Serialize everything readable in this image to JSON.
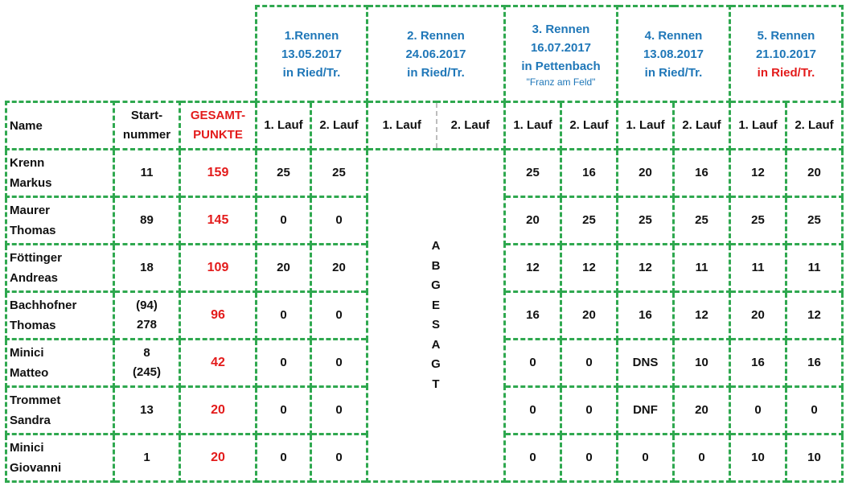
{
  "races": [
    {
      "title": "1.Rennen",
      "date": "13.05.2017",
      "location": "in Ried/Tr.",
      "sub": ""
    },
    {
      "title": "2. Rennen",
      "date": "24.06.2017",
      "location": "in Ried/Tr.",
      "sub": ""
    },
    {
      "title": "3. Rennen",
      "date": "16.07.2017",
      "location": "in Pettenbach",
      "sub": "\"Franz am Feld\""
    },
    {
      "title": "4. Rennen",
      "date": "13.08.2017",
      "location": "in Ried/Tr.",
      "sub": ""
    },
    {
      "title": "5. Rennen",
      "date": "21.10.2017",
      "location": "in Ried/Tr.",
      "sub": ""
    }
  ],
  "header": {
    "name": "Name",
    "start_line1": "Start-",
    "start_line2": "nummer",
    "total_line1": "GESAMT-",
    "total_line2": "PUNKTE",
    "run1": "1. Lauf",
    "run2": "2. Lauf"
  },
  "cancelled_letters": [
    "A",
    "B",
    "G",
    "E",
    "S",
    "A",
    "G",
    "T"
  ],
  "rows": [
    {
      "first": "Krenn",
      "last": "Markus",
      "start1": "11",
      "start2": "",
      "total": "159",
      "r1": [
        "25",
        "25"
      ],
      "r3": [
        "25",
        "16"
      ],
      "r4": [
        "20",
        "16"
      ],
      "r5": [
        "12",
        "20"
      ]
    },
    {
      "first": "Maurer",
      "last": "Thomas",
      "start1": "89",
      "start2": "",
      "total": "145",
      "r1": [
        "0",
        "0"
      ],
      "r3": [
        "20",
        "25"
      ],
      "r4": [
        "25",
        "25"
      ],
      "r5": [
        "25",
        "25"
      ]
    },
    {
      "first": "Föttinger",
      "last": "Andreas",
      "start1": "18",
      "start2": "",
      "total": "109",
      "r1": [
        "20",
        "20"
      ],
      "r3": [
        "12",
        "12"
      ],
      "r4": [
        "12",
        "11"
      ],
      "r5": [
        "11",
        "11"
      ]
    },
    {
      "first": "Bachhofner",
      "last": "Thomas",
      "start1": "(94)",
      "start2": "278",
      "total": "96",
      "r1": [
        "0",
        "0"
      ],
      "r3": [
        "16",
        "20"
      ],
      "r4": [
        "16",
        "12"
      ],
      "r5": [
        "20",
        "12"
      ]
    },
    {
      "first": "Minici",
      "last": "Matteo",
      "start1": "8",
      "start2": "(245)",
      "total": "42",
      "r1": [
        "0",
        "0"
      ],
      "r3": [
        "0",
        "0"
      ],
      "r4": [
        "DNS",
        "10"
      ],
      "r5": [
        "16",
        "16"
      ]
    },
    {
      "first": "Trommet",
      "last": "Sandra",
      "start1": "13",
      "start2": "",
      "total": "20",
      "r1": [
        "0",
        "0"
      ],
      "r3": [
        "0",
        "0"
      ],
      "r4": [
        "DNF",
        "20"
      ],
      "r5": [
        "0",
        "0"
      ]
    },
    {
      "first": "Minici",
      "last": "Giovanni",
      "start1": "1",
      "start2": "",
      "total": "20",
      "r1": [
        "0",
        "0"
      ],
      "r3": [
        "0",
        "0"
      ],
      "r4": [
        "0",
        "0"
      ],
      "r5": [
        "10",
        "10"
      ]
    }
  ]
}
